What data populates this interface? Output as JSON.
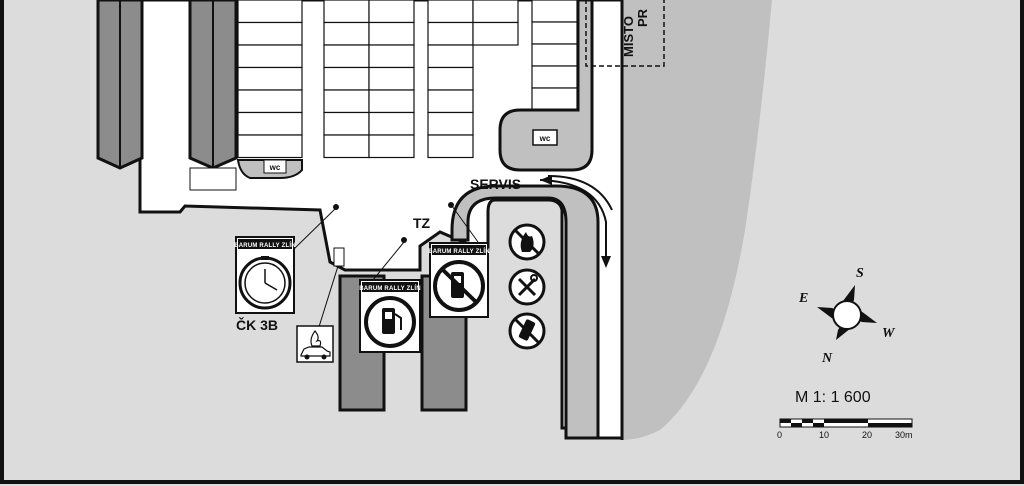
{
  "labels": {
    "servis": "SERVIS",
    "tz": "TZ",
    "ck": "ČK 3B",
    "scale": "M 1: 1 600",
    "misto_line1": "MÍSTO",
    "misto_line2": "PR"
  },
  "signs": {
    "banner": "BARUM RALLY ZLÍN"
  },
  "wc": "wc",
  "compass": {
    "s": "S",
    "e": "E",
    "w": "W",
    "n": "N"
  },
  "scale_bar": {
    "ticks": [
      "0",
      "10",
      "20",
      "30m"
    ]
  },
  "colors": {
    "ground": "#dcdcdc",
    "road": "#ffffff",
    "hall": "#c0c0c0",
    "dark": "#8c8c8c",
    "outline": "#111111"
  }
}
